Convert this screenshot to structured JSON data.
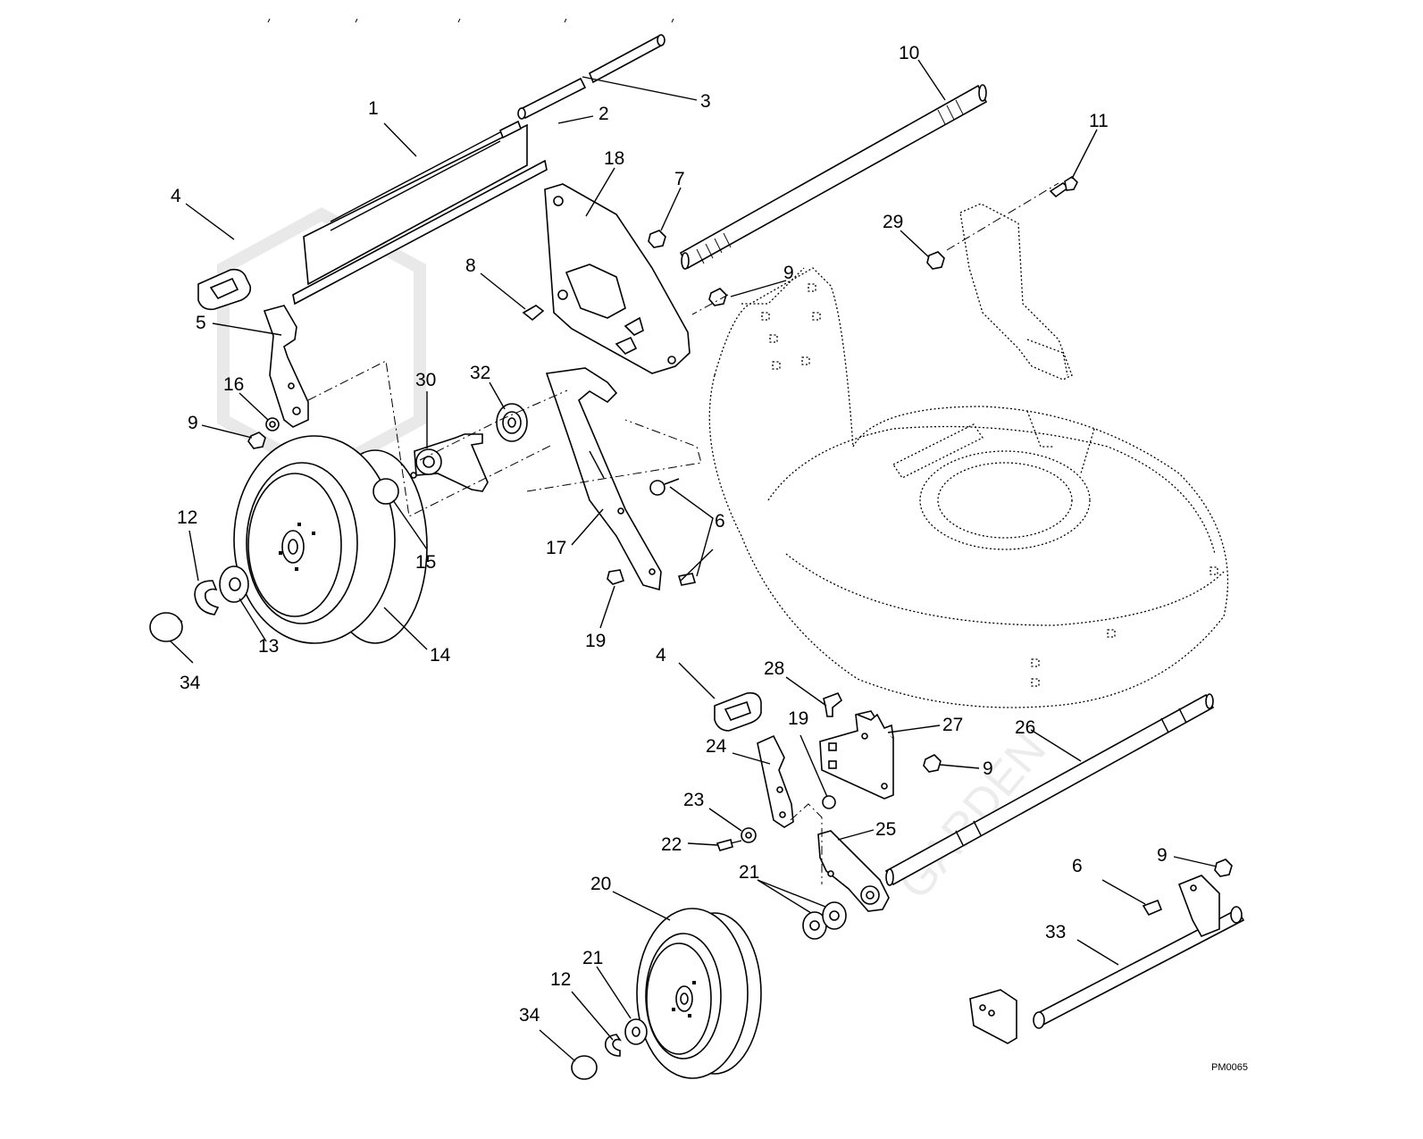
{
  "diagram": {
    "drawing_code": "PM0065",
    "watermark_text": "GARDEN",
    "callouts": {
      "c1": "1",
      "c2": "2",
      "c3": "3",
      "c4a": "4",
      "c4b": "4",
      "c5": "5",
      "c6a": "6",
      "c6b": "6",
      "c7": "7",
      "c8": "8",
      "c9a": "9",
      "c9b": "9",
      "c9c": "9",
      "c9d": "9",
      "c10": "10",
      "c11": "11",
      "c12a": "12",
      "c12b": "12",
      "c13": "13",
      "c14": "14",
      "c15": "15",
      "c16": "16",
      "c17": "17",
      "c18": "18",
      "c19a": "19",
      "c19b": "19",
      "c20": "20",
      "c21a": "21",
      "c21b": "21",
      "c22": "22",
      "c23": "23",
      "c24": "24",
      "c25": "25",
      "c26": "26",
      "c27": "27",
      "c28": "28",
      "c29": "29",
      "c30": "30",
      "c32": "32",
      "c33": "33",
      "c34a": "34",
      "c34b": "34"
    }
  }
}
